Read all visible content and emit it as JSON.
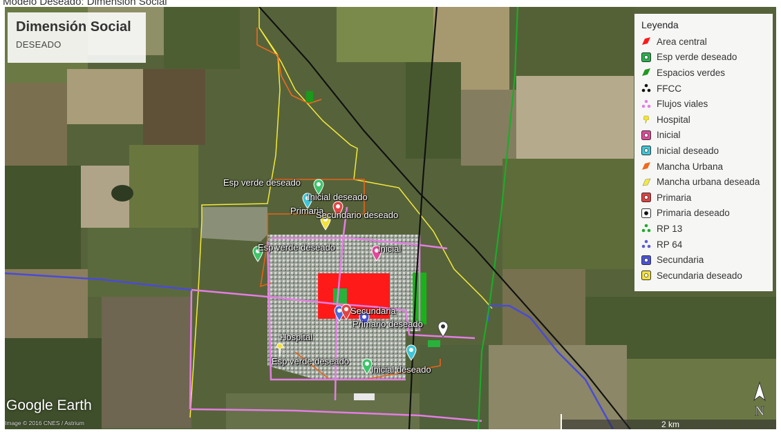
{
  "caption": "Modelo Deseado: Dimensión Social",
  "title_box": {
    "title": "Dimensión Social",
    "subtitle": "DESEADO"
  },
  "legend": {
    "title": "Leyenda",
    "items": [
      {
        "label": "Area central",
        "icon": "red-polygon-icon",
        "color": "#ff1a1a"
      },
      {
        "label": "Esp verde deseado",
        "icon": "green-square-dot-icon",
        "color": "#25b24a"
      },
      {
        "label": "Espacios verdes",
        "icon": "green-polygon-icon",
        "color": "#1f9a1f"
      },
      {
        "label": "FFCC",
        "icon": "black-triad-icon",
        "color": "#111111"
      },
      {
        "label": "Flujos viales",
        "icon": "pink-triad-icon",
        "color": "#e47ee4"
      },
      {
        "label": "Hospital",
        "icon": "yellow-pushpin-icon",
        "color": "#f2e23a"
      },
      {
        "label": "Inicial",
        "icon": "magenta-square-dot-icon",
        "color": "#e0489a"
      },
      {
        "label": "Inicial deseado",
        "icon": "cyan-square-dot-icon",
        "color": "#3ec6d8"
      },
      {
        "label": "Mancha Urbana",
        "icon": "orange-polygon-icon",
        "color": "#f06a1c"
      },
      {
        "label": "Mancha urbana deseada",
        "icon": "yellow-polygon-outline-icon",
        "color": "#f5ea3a"
      },
      {
        "label": "Primaria",
        "icon": "red-square-dot-icon",
        "color": "#e04040"
      },
      {
        "label": "Primaria deseado",
        "icon": "white-square-dot-icon",
        "color": "#ffffff"
      },
      {
        "label": "RP 13",
        "icon": "green-triad-icon",
        "color": "#1faa2a"
      },
      {
        "label": "RP 64",
        "icon": "blue-triad-icon",
        "color": "#5a5ad8"
      },
      {
        "label": "Secundaria",
        "icon": "blue-square-dot-icon",
        "color": "#4a52d8"
      },
      {
        "label": "Secundaria deseado",
        "icon": "yellow-square-dot-icon",
        "color": "#f2e23a"
      }
    ]
  },
  "map_labels": {
    "esp_verde_1": "Esp verde deseado",
    "inicial_deseado_1": "Inicial deseado",
    "primaria": "Primaria",
    "secundario_deseado": "Secundario deseado",
    "esp_verde_2": "Esp verde deseado",
    "inicial": "Inicial",
    "secundaria": "Secundaria",
    "primario_deseado": "Primario deseado",
    "hospital": "Hospital",
    "esp_verde_3": "Esp verde deseado",
    "inicial_deseado_2": "Inicial deseado"
  },
  "branding": {
    "logo": "Google Earth",
    "attribution": "Image © 2016 CNES / Astrium"
  },
  "scale_bar": {
    "label": "2 km"
  },
  "compass": {
    "label": "N"
  }
}
